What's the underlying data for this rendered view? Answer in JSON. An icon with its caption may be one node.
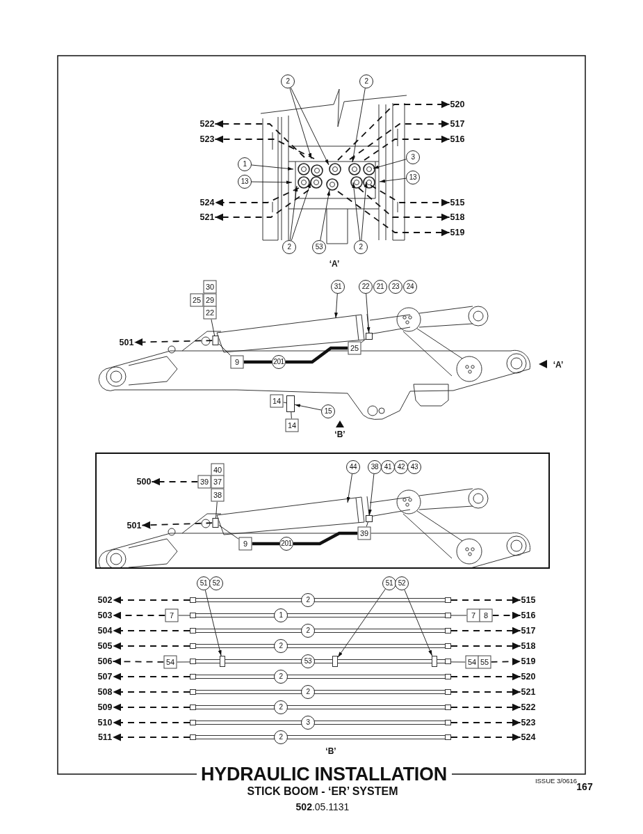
{
  "diagram": {
    "title": "HYDRAULIC INSTALLATION",
    "caption": "STICK BOOM - ‘ER’ SYSTEM",
    "nodes": [
      {
        "text": [
          "2"
        ]
      },
      {
        "text": [
          "2"
        ]
      },
      {
        "text": [
          "1"
        ]
      },
      {
        "text": [
          "13"
        ]
      },
      {
        "text": [
          "3"
        ]
      },
      {
        "text": [
          "13"
        ]
      },
      {
        "text": [
          "2"
        ]
      },
      {
        "text": [
          "53"
        ]
      },
      {
        "text": [
          "2"
        ]
      },
      {
        "text": [
          "522"
        ]
      },
      {
        "text": [
          "523"
        ]
      },
      {
        "text": [
          "524"
        ]
      },
      {
        "text": [
          "521"
        ]
      },
      {
        "text": [
          "520"
        ]
      },
      {
        "text": [
          "517"
        ]
      },
      {
        "text": [
          "516"
        ]
      },
      {
        "text": [
          "515"
        ]
      },
      {
        "text": [
          "518"
        ]
      },
      {
        "text": [
          "519"
        ]
      },
      {
        "text": [
          "30"
        ]
      },
      {
        "text": [
          "25"
        ]
      },
      {
        "text": [
          "29"
        ]
      },
      {
        "text": [
          "22"
        ]
      },
      {
        "text": [
          "31"
        ]
      },
      {
        "text": [
          "22"
        ]
      },
      {
        "text": [
          "21"
        ]
      },
      {
        "text": [
          "23"
        ]
      },
      {
        "text": [
          "24"
        ]
      },
      {
        "text": [
          "501"
        ]
      },
      {
        "text": [
          "9"
        ]
      },
      {
        "text": [
          "201"
        ]
      },
      {
        "text": [
          "25"
        ]
      },
      {
        "text": [
          "14"
        ]
      },
      {
        "text": [
          "14"
        ]
      },
      {
        "text": [
          "15"
        ]
      },
      {
        "text": [
          "40"
        ]
      },
      {
        "text": [
          "39"
        ]
      },
      {
        "text": [
          "37"
        ]
      },
      {
        "text": [
          "38"
        ]
      },
      {
        "text": [
          "44"
        ]
      },
      {
        "text": [
          "38"
        ]
      },
      {
        "text": [
          "41"
        ]
      },
      {
        "text": [
          "42"
        ]
      },
      {
        "text": [
          "43"
        ]
      },
      {
        "text": [
          "500"
        ]
      },
      {
        "text": [
          "501"
        ]
      },
      {
        "text": [
          "9"
        ]
      },
      {
        "text": [
          "201"
        ]
      },
      {
        "text": [
          "39"
        ]
      },
      {
        "text": [
          "51"
        ]
      },
      {
        "text": [
          "52"
        ]
      },
      {
        "text": [
          "51"
        ]
      },
      {
        "text": [
          "52"
        ]
      },
      {
        "text": [
          "502"
        ]
      },
      {
        "text": [
          "503"
        ]
      },
      {
        "text": [
          "504"
        ]
      },
      {
        "text": [
          "505"
        ]
      },
      {
        "text": [
          "506"
        ]
      },
      {
        "text": [
          "507"
        ]
      },
      {
        "text": [
          "508"
        ]
      },
      {
        "text": [
          "509"
        ]
      },
      {
        "text": [
          "510"
        ]
      },
      {
        "text": [
          "511"
        ]
      },
      {
        "text": [
          "515"
        ]
      },
      {
        "text": [
          "516"
        ]
      },
      {
        "text": [
          "517"
        ]
      },
      {
        "text": [
          "518"
        ]
      },
      {
        "text": [
          "519"
        ]
      },
      {
        "text": [
          "520"
        ]
      },
      {
        "text": [
          "521"
        ]
      },
      {
        "text": [
          "522"
        ]
      },
      {
        "text": [
          "523"
        ]
      },
      {
        "text": [
          "524"
        ]
      },
      {
        "text": [
          "2"
        ]
      },
      {
        "text": [
          "1"
        ]
      },
      {
        "text": [
          "2"
        ]
      },
      {
        "text": [
          "2"
        ]
      },
      {
        "text": [
          "53"
        ]
      },
      {
        "text": [
          "2"
        ]
      },
      {
        "text": [
          "2"
        ]
      },
      {
        "text": [
          "2"
        ]
      },
      {
        "text": [
          "3"
        ]
      },
      {
        "text": [
          "2"
        ]
      },
      {
        "text": [
          "7"
        ]
      },
      {
        "text": [
          "7"
        ]
      },
      {
        "text": [
          "8"
        ]
      },
      {
        "text": [
          "54"
        ]
      },
      {
        "text": [
          "54"
        ]
      },
      {
        "text": [
          "55"
        ]
      },
      {
        "text": [],
        "shape": "bar"
      },
      {
        "text": [],
        "shape": "bar"
      },
      {
        "text": [],
        "shape": "bar"
      },
      {
        "text": [],
        "shape": "bar"
      },
      {
        "text": [],
        "shape": "bar"
      },
      {
        "text": [],
        "shape": "bar"
      },
      {
        "text": [],
        "shape": "bar"
      },
      {
        "text": [],
        "shape": "bar"
      },
      {
        "text": [],
        "shape": "bar"
      },
      {
        "text": [],
        "shape": "bar"
      },
      {
        "text": [],
        "shape": "bar"
      },
      {
        "text": [],
        "shape": "bar"
      },
      {
        "text": [],
        "shape": "bar"
      },
      {
        "text": [],
        "shape": "box"
      },
      {
        "text": [],
        "shape": "box"
      },
      {
        "text": [],
        "shape": "box"
      },
      {
        "text": [],
        "shape": "box"
      },
      {
        "text": [],
        "shape": "box"
      }
    ],
    "edges": [
      {
        "from": 0,
        "to": null,
        "arrow": "to"
      },
      {
        "from": 0,
        "to": null,
        "arrow": "to"
      },
      {
        "from": 1,
        "to": null,
        "arrow": "to"
      },
      {
        "from": 2,
        "to": null,
        "arrow": "to"
      },
      {
        "from": 3,
        "to": null,
        "arrow": "to"
      },
      {
        "from": 4,
        "to": null,
        "arrow": "to"
      },
      {
        "from": 5,
        "to": null,
        "arrow": "to"
      },
      {
        "from": 6,
        "to": null,
        "arrow": "to"
      },
      {
        "from": 6,
        "to": null,
        "arrow": "to"
      },
      {
        "from": 7,
        "to": null,
        "arrow": "to"
      },
      {
        "from": 8,
        "to": null,
        "arrow": "to"
      },
      {
        "from": 8,
        "to": null,
        "arrow": "to"
      },
      {
        "from": null,
        "to": 9,
        "arrow": "to",
        "style": "dashed"
      },
      {
        "from": null,
        "to": 10,
        "arrow": "to",
        "style": "dashed"
      },
      {
        "from": null,
        "to": 11,
        "arrow": "to",
        "style": "dashed"
      },
      {
        "from": null,
        "to": 12,
        "arrow": "to",
        "style": "dashed"
      },
      {
        "from": null,
        "to": 13,
        "arrow": "to",
        "style": "dashed"
      },
      {
        "from": null,
        "to": 14,
        "arrow": "to",
        "style": "dashed"
      },
      {
        "from": null,
        "to": 15,
        "arrow": "to",
        "style": "dashed"
      },
      {
        "from": null,
        "to": 16,
        "arrow": "to",
        "style": "dashed"
      },
      {
        "from": null,
        "to": 17,
        "arrow": "to",
        "style": "dashed"
      },
      {
        "from": null,
        "to": 18,
        "arrow": "to",
        "style": "dashed"
      },
      {
        "from": 22,
        "to": 105,
        "arrow": "none"
      },
      {
        "from": 23,
        "to": null,
        "arrow": "to"
      },
      {
        "from": 24,
        "to": 102,
        "arrow": "to"
      },
      {
        "from": 105,
        "to": 28,
        "arrow": "to",
        "style": "dashed"
      },
      {
        "from": 29,
        "to": 30,
        "arrow": "none",
        "style": "thick"
      },
      {
        "from": 30,
        "to": 31,
        "arrow": "none",
        "style": "thick"
      },
      {
        "from": 31,
        "to": 102,
        "arrow": "none"
      },
      {
        "from": 29,
        "to": 105,
        "arrow": "none"
      },
      {
        "from": 32,
        "to": 103,
        "arrow": "none"
      },
      {
        "from": 33,
        "to": 103,
        "arrow": "none"
      },
      {
        "from": 34,
        "to": 103,
        "arrow": "to"
      },
      {
        "from": 36,
        "to": 44,
        "arrow": "to",
        "style": "dashed"
      },
      {
        "from": 106,
        "to": 45,
        "arrow": "to",
        "style": "dashed"
      },
      {
        "from": 38,
        "to": 106,
        "arrow": "none"
      },
      {
        "from": 39,
        "to": null,
        "arrow": "to"
      },
      {
        "from": 40,
        "to": 104,
        "arrow": "to"
      },
      {
        "from": 46,
        "to": 47,
        "arrow": "none",
        "style": "thick"
      },
      {
        "from": 47,
        "to": 48,
        "arrow": "none",
        "style": "thick"
      },
      {
        "from": 48,
        "to": 104,
        "arrow": "none"
      },
      {
        "from": 46,
        "to": 106,
        "arrow": "none"
      },
      {
        "from": 49,
        "to": 99,
        "arrow": "to"
      },
      {
        "from": 51,
        "to": 100,
        "arrow": "to"
      },
      {
        "from": 52,
        "to": 101,
        "arrow": "to"
      },
      {
        "from": 89,
        "to": 53,
        "arrow": "to",
        "style": "dashed"
      },
      {
        "from": 83,
        "to": 54,
        "arrow": "to",
        "style": "dashed"
      },
      {
        "from": 91,
        "to": 55,
        "arrow": "to",
        "style": "dashed"
      },
      {
        "from": 92,
        "to": 56,
        "arrow": "to",
        "style": "dashed"
      },
      {
        "from": 86,
        "to": 57,
        "arrow": "to",
        "style": "dashed"
      },
      {
        "from": 94,
        "to": 58,
        "arrow": "to",
        "style": "dashed"
      },
      {
        "from": 95,
        "to": 59,
        "arrow": "to",
        "style": "dashed"
      },
      {
        "from": 96,
        "to": 60,
        "arrow": "to",
        "style": "dashed"
      },
      {
        "from": 97,
        "to": 61,
        "arrow": "to",
        "style": "dashed"
      },
      {
        "from": 98,
        "to": 62,
        "arrow": "to",
        "style": "dashed"
      },
      {
        "from": 89,
        "to": 63,
        "arrow": "to",
        "style": "dashed"
      },
      {
        "from": 85,
        "to": 64,
        "arrow": "to",
        "style": "dashed"
      },
      {
        "from": 91,
        "to": 65,
        "arrow": "to",
        "style": "dashed"
      },
      {
        "from": 92,
        "to": 66,
        "arrow": "to",
        "style": "dashed"
      },
      {
        "from": 88,
        "to": 67,
        "arrow": "to",
        "style": "dashed"
      },
      {
        "from": 94,
        "to": 68,
        "arrow": "to",
        "style": "dashed"
      },
      {
        "from": 95,
        "to": 69,
        "arrow": "to",
        "style": "dashed"
      },
      {
        "from": 96,
        "to": 70,
        "arrow": "to",
        "style": "dashed"
      },
      {
        "from": 97,
        "to": 71,
        "arrow": "to",
        "style": "dashed"
      },
      {
        "from": 98,
        "to": 72,
        "arrow": "to",
        "style": "dashed"
      },
      {
        "from": 83,
        "to": 90,
        "arrow": "none"
      },
      {
        "from": 84,
        "to": 90,
        "arrow": "none"
      },
      {
        "from": 86,
        "to": 93,
        "arrow": "none"
      },
      {
        "from": 87,
        "to": 93,
        "arrow": "none"
      }
    ],
    "labels": [
      "‘A’",
      "‘A’",
      "‘B’",
      "‘B’",
      "**502**.05.1131",
      "ISSUE 3/0616",
      "167"
    ]
  }
}
